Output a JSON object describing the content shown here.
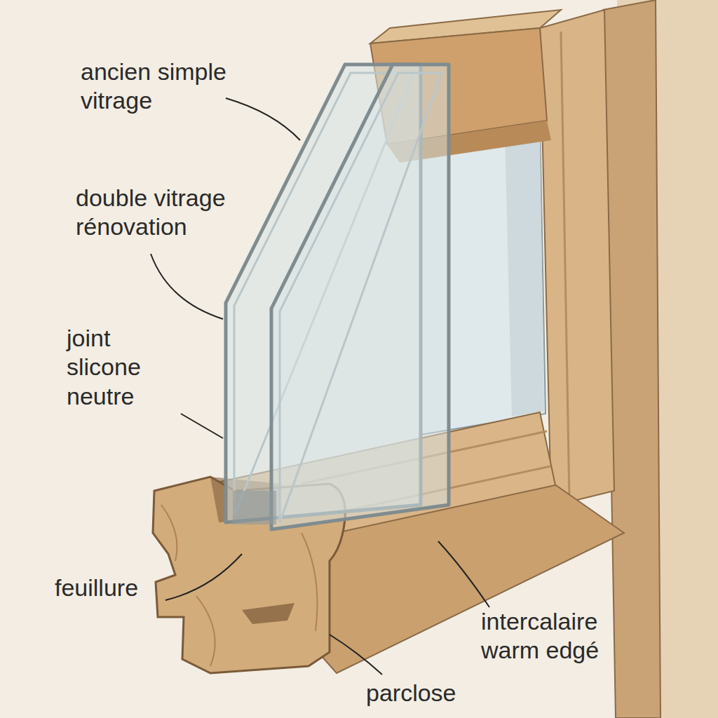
{
  "diagram": {
    "labels": [
      "ancien simple vitrage",
      "double vitrage rénovation",
      "joint slicone neutre",
      "feuillure",
      "intercalaire warm edgé",
      "parclose"
    ]
  }
}
